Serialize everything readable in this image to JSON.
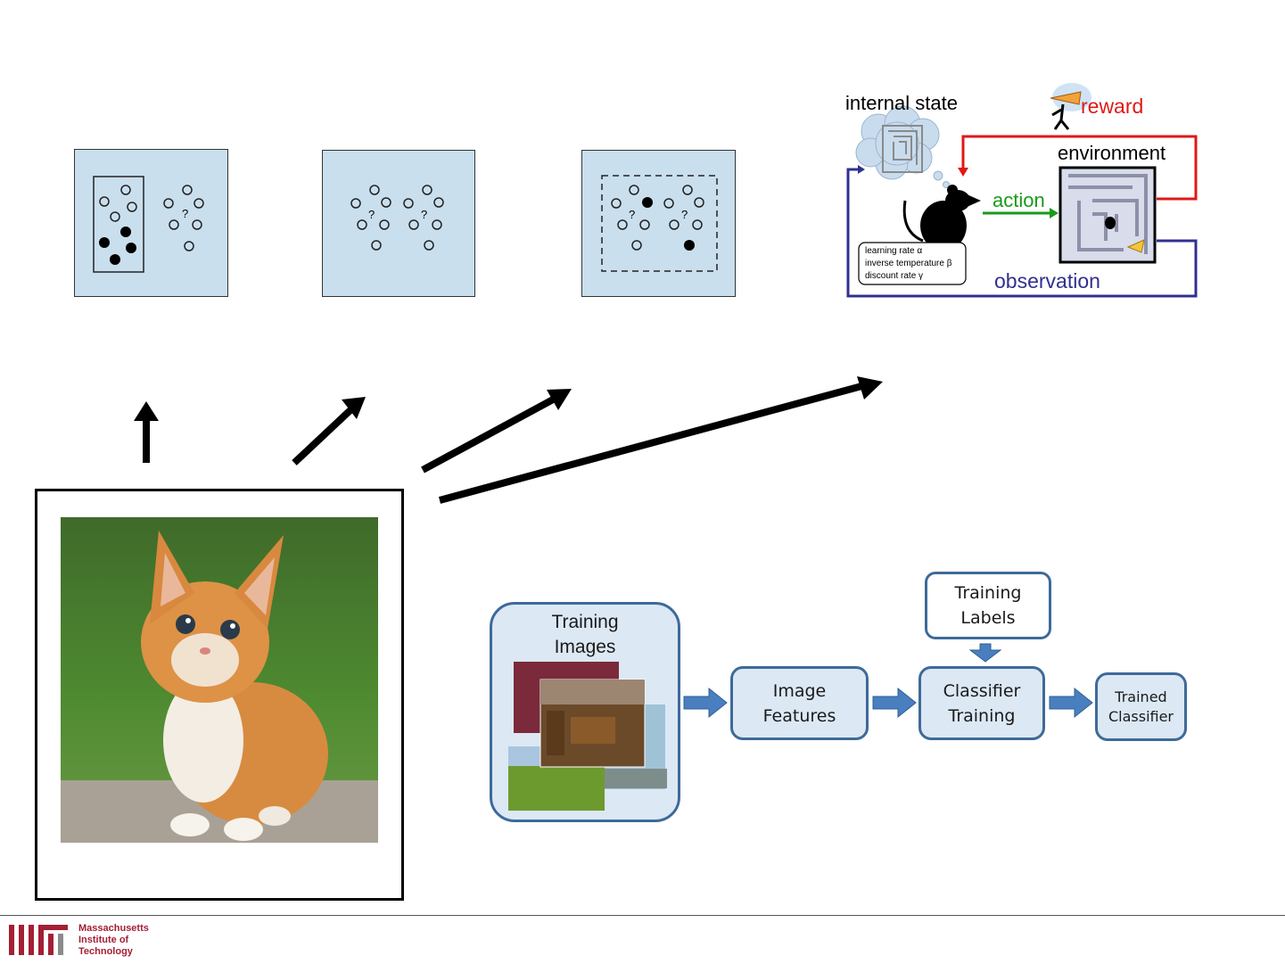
{
  "panels": {
    "question_mark": "?"
  },
  "rl_diagram": {
    "internal_state": "internal state",
    "reward": "reward",
    "environment": "environment",
    "action": "action",
    "observation": "observation",
    "params": [
      "learning rate α",
      "inverse temperature β",
      "discount rate γ"
    ],
    "colors": {
      "reward": "#e01818",
      "action": "#1a9a1a",
      "observation": "#303090"
    }
  },
  "pipeline": {
    "training_images": "Training\nImages",
    "training_labels": "Training\nLabels",
    "image_features": "Image\nFeatures",
    "classifier_training": "Classifier\nTraining",
    "trained_classifier": "Trained\nClassifier",
    "colors": {
      "box_fill": "#dce8f4",
      "box_border": "#3e6a99",
      "arrow": "#4a7fbf"
    }
  },
  "footer": {
    "institution": [
      "Massachusetts",
      "Institute of",
      "Technology"
    ],
    "color": "#a31f34"
  }
}
